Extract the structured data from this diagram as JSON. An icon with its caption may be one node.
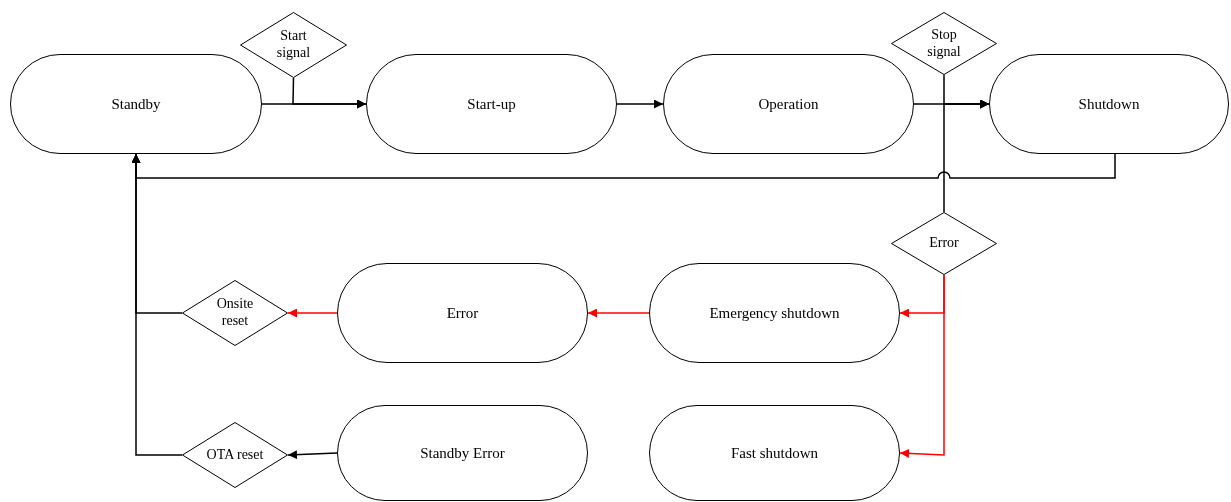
{
  "diagram": {
    "nodes": [
      {
        "text": [
          "Standby"
        ]
      },
      {
        "text": [
          "Start signal"
        ]
      },
      {
        "text": [
          "Start-up"
        ]
      },
      {
        "text": [
          "Operation"
        ]
      },
      {
        "text": [
          "Stop signal"
        ]
      },
      {
        "text": [
          "Shutdown"
        ]
      },
      {
        "text": [
          "Error"
        ]
      },
      {
        "text": [
          "Onsite reset"
        ]
      },
      {
        "text": [
          "Error"
        ]
      },
      {
        "text": [
          "Emergency shutdown"
        ]
      },
      {
        "text": [
          "OTA reset"
        ]
      },
      {
        "text": [
          "Standby Error"
        ]
      },
      {
        "text": [
          "Fast shutdown"
        ]
      }
    ],
    "edges": [
      {
        "from": 0,
        "to": 2,
        "arrow": "to"
      },
      {
        "from": 1,
        "to": 2,
        "arrow": "to"
      },
      {
        "from": 2,
        "to": 3,
        "arrow": "to"
      },
      {
        "from": 3,
        "to": 5,
        "arrow": "to"
      },
      {
        "from": 4,
        "to": 5,
        "arrow": "to"
      },
      {
        "from": 6,
        "to": 5,
        "arrow": "to"
      },
      {
        "from": 5,
        "to": 0,
        "arrow": "to"
      },
      {
        "from": 6,
        "to": 9,
        "arrow": "to",
        "color": "#ff0000"
      },
      {
        "from": 6,
        "to": 12,
        "arrow": "to",
        "color": "#ff0000"
      },
      {
        "from": 9,
        "to": 8,
        "arrow": "to",
        "color": "#ff0000"
      },
      {
        "from": 8,
        "to": 7,
        "arrow": "to",
        "color": "#ff0000"
      },
      {
        "from": 11,
        "to": 10,
        "arrow": "to"
      },
      {
        "from": 7,
        "to": 0,
        "arrow": "to"
      },
      {
        "from": 10,
        "to": 0,
        "arrow": "to"
      }
    ]
  }
}
